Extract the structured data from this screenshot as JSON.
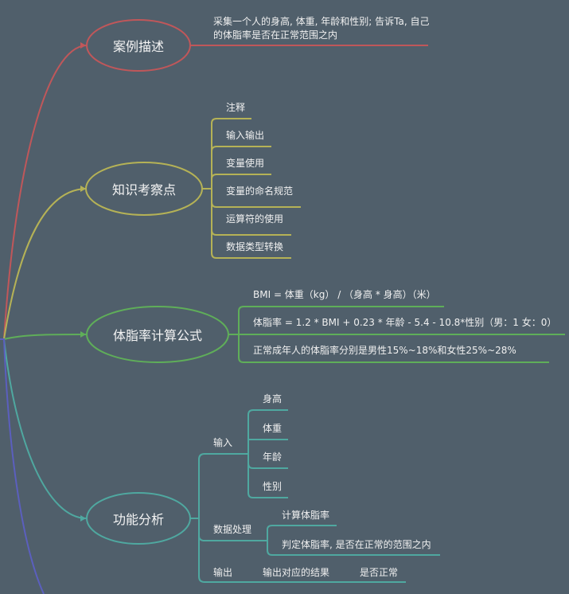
{
  "colors": {
    "background": "#505f6b",
    "branch_case": "#c0575a",
    "branch_knowledge": "#b5b256",
    "branch_formula": "#5fae59",
    "branch_function": "#4fa8a0",
    "branch_extra": "#5b5fbe"
  },
  "mindmap": {
    "branches": [
      {
        "label": "案例描述",
        "children": [
          {
            "label": "采集一个人的身高, 体重, 年龄和性别; 告诉Ta, 自己的体脂率是否在正常范围之内"
          }
        ]
      },
      {
        "label": "知识考察点",
        "children": [
          {
            "label": "注释"
          },
          {
            "label": "输入输出"
          },
          {
            "label": "变量使用"
          },
          {
            "label": "变量的命名规范"
          },
          {
            "label": "运算符的使用"
          },
          {
            "label": "数据类型转换"
          }
        ]
      },
      {
        "label": "体脂率计算公式",
        "children": [
          {
            "label": "BMI = 体重（kg） / （身高 * 身高）（米）"
          },
          {
            "label": "体脂率 = 1.2 * BMI + 0.23 * 年龄 - 5.4 - 10.8*性别（男：1 女：0）"
          },
          {
            "label": "正常成年人的体脂率分别是男性15%~18%和女性25%~28%"
          }
        ]
      },
      {
        "label": "功能分析",
        "children": [
          {
            "label": "输入",
            "children": [
              {
                "label": "身高"
              },
              {
                "label": "体重"
              },
              {
                "label": "年龄"
              },
              {
                "label": "性别"
              }
            ]
          },
          {
            "label": "数据处理",
            "children": [
              {
                "label": "计算体脂率"
              },
              {
                "label": "判定体脂率, 是否在正常的范围之内"
              }
            ]
          },
          {
            "label": "输出",
            "children": [
              {
                "label": "输出对应的结果",
                "children": [
                  {
                    "label": "是否正常"
                  }
                ]
              }
            ]
          }
        ]
      }
    ]
  }
}
